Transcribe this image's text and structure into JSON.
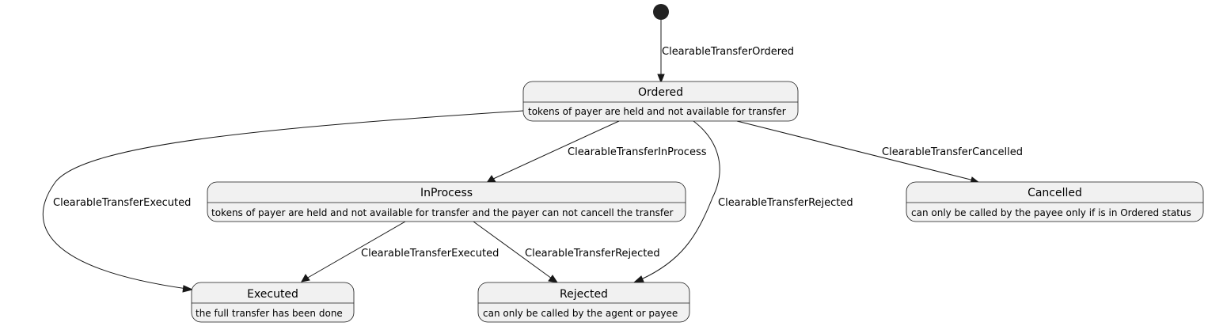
{
  "diagram": {
    "type": "state-diagram",
    "states": {
      "ordered": {
        "title": "Ordered",
        "description": "tokens of payer are held and not available for transfer"
      },
      "inprocess": {
        "title": "InProcess",
        "description": "tokens of payer are held and not available for transfer and the payer can not cancell the transfer"
      },
      "cancelled": {
        "title": "Cancelled",
        "description": "can only be called by the payee only if is in Ordered status"
      },
      "executed": {
        "title": "Executed",
        "description": "the full transfer has been done"
      },
      "rejected": {
        "title": "Rejected",
        "description": "can only be called by the agent or payee"
      }
    },
    "transitions": {
      "start_to_ordered": {
        "from": "start",
        "to": "Ordered",
        "label": "ClearableTransferOrdered"
      },
      "ordered_to_inprocess": {
        "from": "Ordered",
        "to": "InProcess",
        "label": "ClearableTransferInProcess"
      },
      "ordered_to_cancelled": {
        "from": "Ordered",
        "to": "Cancelled",
        "label": "ClearableTransferCancelled"
      },
      "ordered_to_executed": {
        "from": "Ordered",
        "to": "Executed",
        "label": "ClearableTransferExecuted"
      },
      "ordered_to_rejected": {
        "from": "Ordered",
        "to": "Rejected",
        "label": "ClearableTransferRejected"
      },
      "inprocess_to_executed": {
        "from": "InProcess",
        "to": "Executed",
        "label": "ClearableTransferExecuted"
      },
      "inprocess_to_rejected": {
        "from": "InProcess",
        "to": "Rejected",
        "label": "ClearableTransferRejected"
      }
    },
    "colors": {
      "state_fill": "#f1f1f1",
      "stroke": "#181818",
      "start_node": "#222222"
    }
  }
}
